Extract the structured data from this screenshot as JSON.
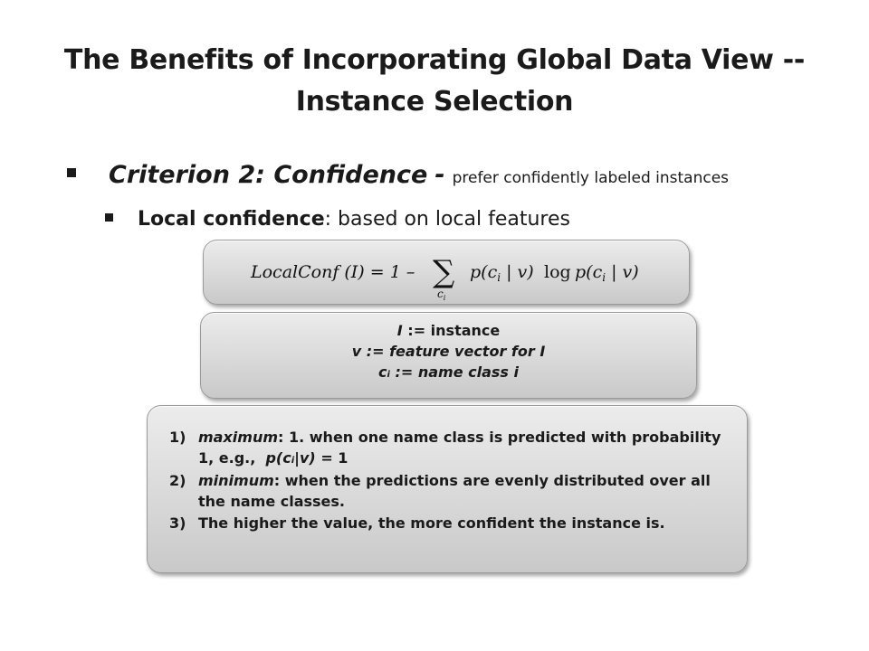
{
  "title": {
    "line1": "The Benefits of Incorporating Global Data View --",
    "line2": "Instance Selection"
  },
  "bullet1": {
    "criterion": "Criterion 2: Confidence",
    "separator": "-",
    "description": "prefer confidently labeled instances"
  },
  "bullet2": {
    "term": "Local confidence",
    "rest": ": based on local features"
  },
  "formula": {
    "lhs": "LocalConf (I) = 1 –",
    "sum_symbol": "∑",
    "sum_index": "c",
    "sum_index_sub": "i",
    "term1": "p(c",
    "term1_sub": "i",
    "term1_end": " | v)",
    "log": "log",
    "term2": "p(c",
    "term2_sub": "i",
    "term2_end": " | v)"
  },
  "definitions": {
    "l1_var": "I",
    "l1_rest": " := instance",
    "l2_text": "v := feature vector for I",
    "l3_var": "c",
    "l3_sub": "i",
    "l3_rest": " := name class i"
  },
  "notes": [
    {
      "num": "1)",
      "lead": "maximum",
      "text_a": ": 1. when one name class is predicted with probability 1, e.g.,",
      "expr_a": "p(c",
      "expr_sub": "i",
      "expr_b": "|v)",
      "text_b": " = 1"
    },
    {
      "num": "2)",
      "lead": "minimum",
      "text_a": ": when the predictions are evenly distributed over all the name classes."
    },
    {
      "num": "3)",
      "text_a": "The higher the value, the more confident the instance is."
    }
  ]
}
